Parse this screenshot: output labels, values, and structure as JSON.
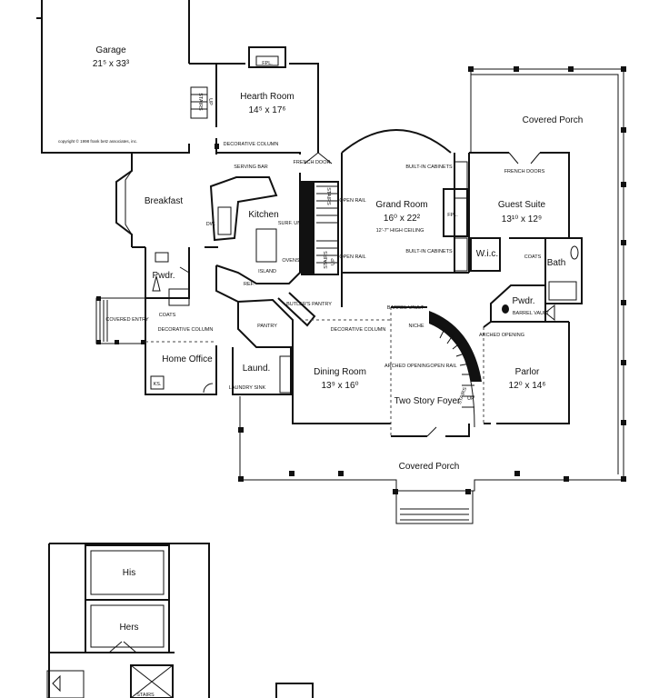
{
  "copyright": "copyright © 1998 frank betz associates, inc.",
  "rooms": {
    "garage": {
      "name": "Garage",
      "dims": "21⁵ x 33³"
    },
    "hearth": {
      "name": "Hearth Room",
      "dims": "14⁵ x 17⁶"
    },
    "breakfast": {
      "name": "Breakfast"
    },
    "kitchen": {
      "name": "Kitchen"
    },
    "grand": {
      "name": "Grand Room",
      "dims": "16⁰ x 22²",
      "note": "12'-7\" HIGH CEILING"
    },
    "guest": {
      "name": "Guest Suite",
      "dims": "13¹⁰ x 12⁹"
    },
    "wic": {
      "name": "W.i.c."
    },
    "bath": {
      "name": "Bath"
    },
    "pwdr_left": {
      "name": "Pwdr."
    },
    "pwdr_right": {
      "name": "Pwdr."
    },
    "home_office": {
      "name": "Home Office"
    },
    "laund": {
      "name": "Laund."
    },
    "dining": {
      "name": "Dining Room",
      "dims": "13⁹ x 16⁰"
    },
    "foyer": {
      "name": "Two Story Foyer"
    },
    "parlor": {
      "name": "Parlor",
      "dims": "12⁰ x 14⁶"
    },
    "porch_right": {
      "name": "Covered Porch"
    },
    "porch_front": {
      "name": "Covered Porch"
    },
    "his": {
      "name": "His"
    },
    "hers": {
      "name": "Hers"
    }
  },
  "labels": {
    "fpl_top": "FPL.",
    "fpl_grand": "FPL.",
    "stairs_hearth": "STAIRS",
    "up": "UP",
    "decorative_column_hearth": "DECORATIVE COLUMN",
    "french_door": "FRENCH DOOR",
    "serving_bar": "SERVING BAR",
    "builtin_cabinets_top": "BUILT-IN CABINETS",
    "builtin_cabinets_bottom": "BUILT-IN CABINETS",
    "french_doors": "FRENCH DOORS",
    "stairs_mid_top": "STAIRS",
    "open_rail_top": "OPEN RAIL",
    "open_rail_bottom": "OPEN RAIL",
    "stairs_mid_bottom": "STAIRS",
    "up_mid": "UP",
    "dw": "DW.",
    "surf_unit": "SURF. UNIT",
    "ovens": "OVENS",
    "island": "ISLAND",
    "ref": "REF.",
    "butlers_pantry": "BUTLER'S PANTRY",
    "pantry": "PANTRY",
    "coats_left": "COATS",
    "coats_right": "COATS",
    "covered_entry": "COVERED ENTRY",
    "decorative_column_office": "DECORATIVE COLUMN",
    "decorative_column_dining": "DECORATIVE COLUMN",
    "ks": "KS.",
    "laundry_sink": "LAUNDRY SINK",
    "barrel_vault_top": "BARREL VAULT",
    "niche": "NICHE",
    "barrel_vault_right": "BARREL VAULT",
    "arched_opening_right": "ARCHED OPENING",
    "arched_opening_foyer": "ARCHED OPENING",
    "open_rail_foyer": "OPEN RAIL",
    "stairs_foyer": "STAIRS",
    "up_foyer": "UP",
    "stairs_lower": "STAIRS"
  }
}
